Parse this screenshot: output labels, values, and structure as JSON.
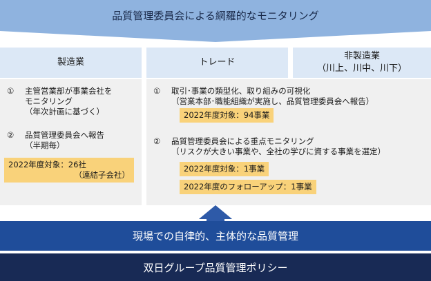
{
  "top_banner": "品質管理委員会による網羅的なモニタリング",
  "columns": {
    "manufacturing": {
      "label": "製造業"
    },
    "trade": {
      "label": "トレード"
    },
    "non_manufacturing": {
      "label": "非製造業",
      "sub": "（川上、川中、川下）"
    }
  },
  "manufacturing": {
    "item1": {
      "num": "①",
      "lines": [
        "主管営業部が事業会社を",
        "モニタリング",
        "（年次計画に基づく）"
      ]
    },
    "item2": {
      "num": "②",
      "lines": [
        "品質管理委員会へ報告",
        "（半期毎）"
      ]
    },
    "highlight": {
      "line1": "2022年度対象：26社",
      "line2": "（連結子会社）"
    }
  },
  "trade": {
    "item1": {
      "num": "①",
      "lines": [
        "取引･事業の類型化、取り組みの可視化",
        "（営業本部･職能組織が実施し、品質管理委員会へ報告）"
      ]
    },
    "highlight1": "2022年度対象：94事業",
    "item2": {
      "num": "②",
      "lines": [
        "品質管理委員会による重点モニタリング",
        "（リスクが大きい事業や、全社の学びに資する事業を選定）"
      ]
    },
    "highlight2": "2022年度対象：1事業",
    "highlight3": "2022年度のフォローアップ：1事業"
  },
  "mid_banner": "現場での自律的、主体的な品質管理",
  "bottom_banner": "双日グループ品質管理ポリシー",
  "colors": {
    "top_banner": "#8fb3df",
    "column_header": "#dce8f6",
    "panel": "#f0f0f0",
    "highlight": "#f9d27a",
    "mid_banner": "#1f4d9a",
    "bottom_banner": "#182a55"
  }
}
